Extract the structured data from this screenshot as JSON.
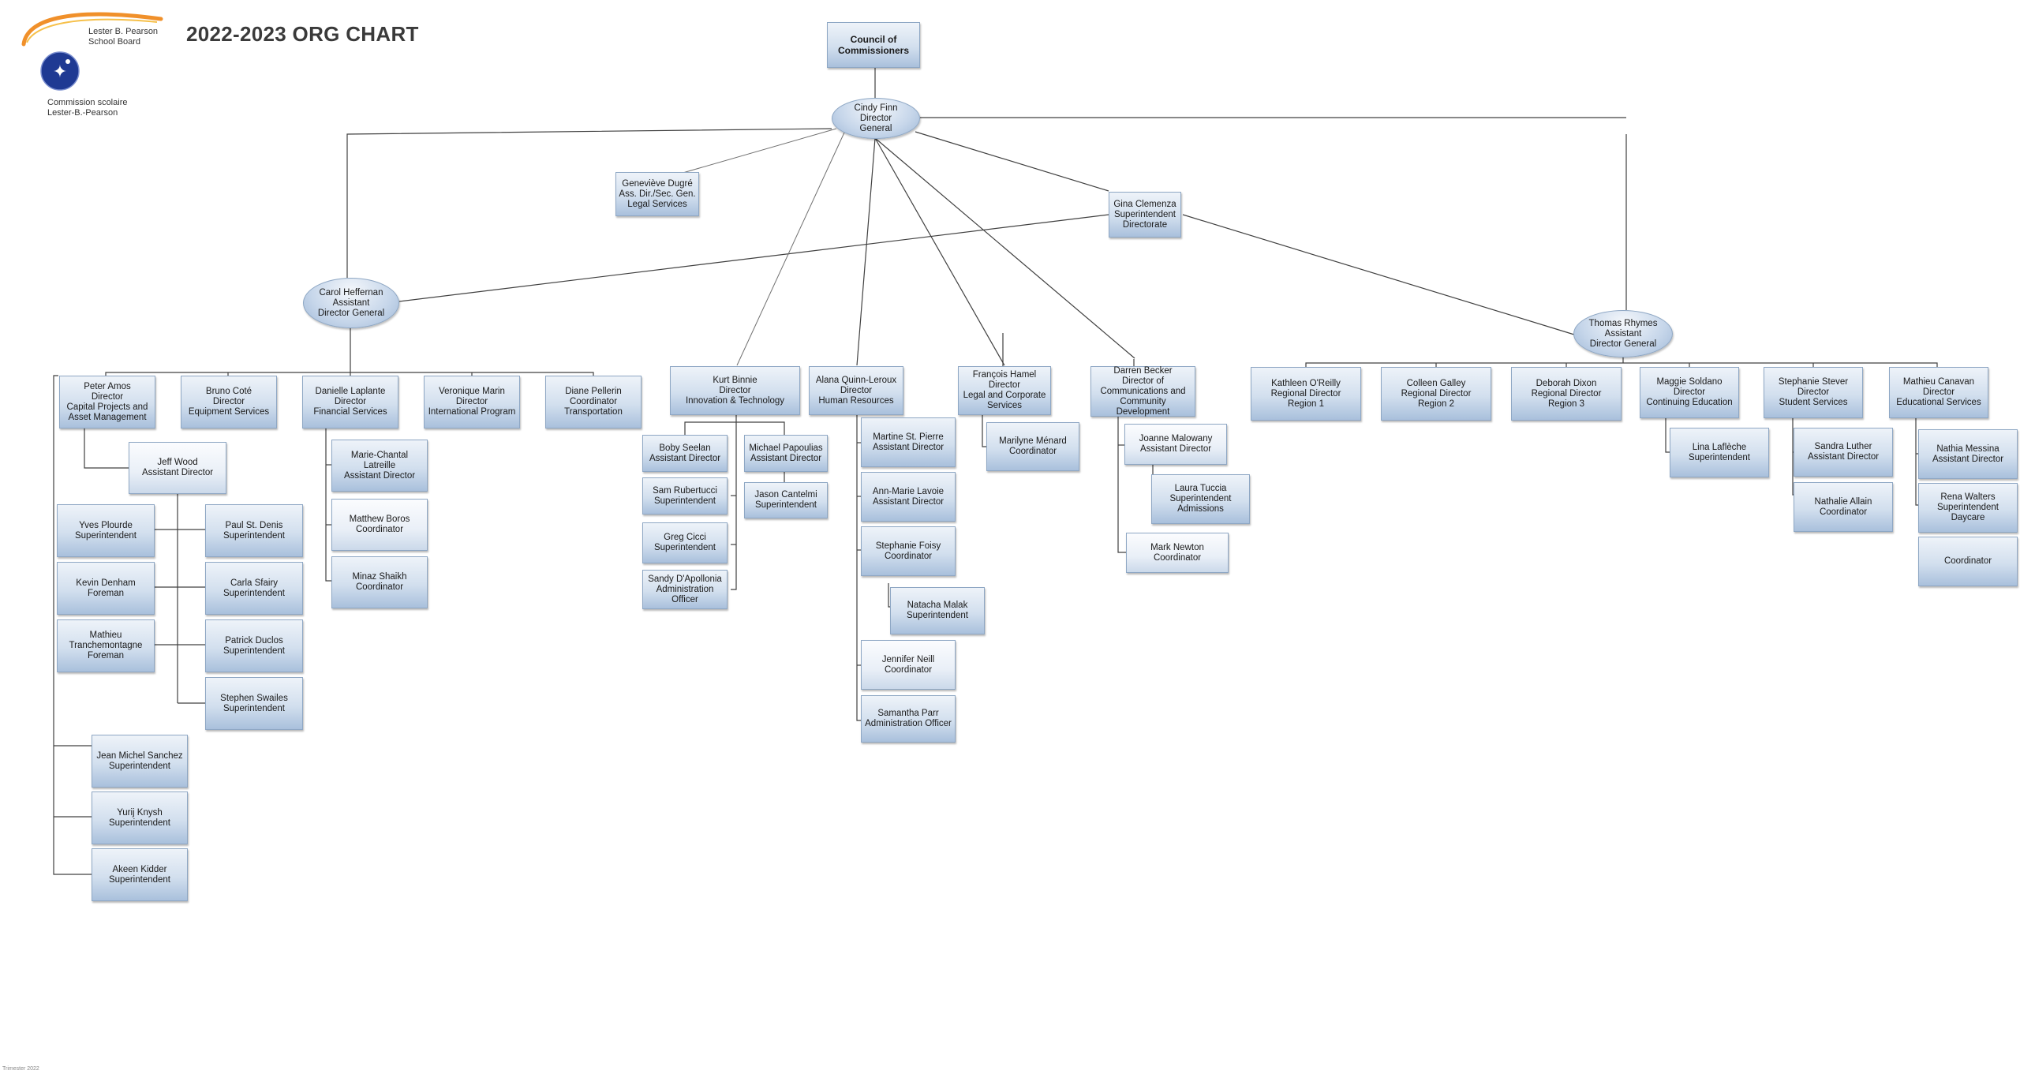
{
  "page": {
    "title": "2022-2023 ORG CHART",
    "footnote": "Trimester 2022"
  },
  "logo": {
    "name_en": "Lester B. Pearson\nSchool Board",
    "name_fr": "Commission scolaire\nLester-B.-Pearson"
  },
  "colors": {
    "box_border": "#8ea7c4",
    "box_gradient_top": "#eef3f9",
    "box_gradient_bottom": "#a9c0dc",
    "connector": "#404040",
    "logo_arc_orange": "#f0902a",
    "logo_globe_blue": "#1f3a93"
  },
  "nodes": {
    "council": "Council of\nCommissioners",
    "cindy": "Cindy Finn\nDirector\nGeneral",
    "genevieve": "Geneviève Dugré\nAss. Dir./Sec. Gen.\nLegal Services",
    "gina": "Gina Clemenza\nSuperintendent\nDirectorate",
    "carol": "Carol Heffernan\nAssistant\nDirector General",
    "thomas": "Thomas Rhymes\nAssistant\nDirector General",
    "peter": "Peter Amos\nDirector\nCapital Projects and\nAsset Management",
    "bruno": "Bruno Coté\nDirector\nEquipment Services",
    "danielle": "Danielle Laplante\nDirector\nFinancial Services",
    "veronique": "Veronique Marin\nDirector\nInternational Program",
    "diane": "Diane Pellerin\nCoordinator\nTransportation",
    "kurt": "Kurt Binnie\nDirector\nInnovation & Technology",
    "alana": "Alana Quinn-Leroux\nDirector\nHuman Resources",
    "francois": "François Hamel\nDirector\nLegal and Corporate\nServices",
    "darren": "Darren Becker\nDirector of\nCommunications and\nCommunity Development",
    "kathleen": "Kathleen O'Reilly\nRegional Director\nRegion 1",
    "colleen": "Colleen Galley\nRegional Director\nRegion 2",
    "deborah": "Deborah Dixon\nRegional Director\nRegion 3",
    "maggie": "Maggie Soldano\nDirector\nContinuing Education",
    "stephanie_s": "Stephanie Stever\nDirector\nStudent Services",
    "mathieu_c": "Mathieu Canavan\nDirector\nEducational Services",
    "jeff": "Jeff Wood\nAssistant Director",
    "yves": "Yves Plourde\nSuperintendent",
    "kevin": "Kevin Denham\nForeman",
    "mathieu_t": "Mathieu\nTranchemontagne\nForeman",
    "paul": "Paul St. Denis\nSuperintendent",
    "carla": "Carla Sfairy\nSuperintendent",
    "patrick": "Patrick Duclos\nSuperintendent",
    "stephen": "Stephen Swailes\nSuperintendent",
    "jean": "Jean Michel Sanchez\nSuperintendent",
    "yurij": "Yurij Knysh\nSuperintendent",
    "akeen": "Akeen Kidder\nSuperintendent",
    "marie": "Marie-Chantal Latreille\nAssistant Director",
    "matthew": "Matthew Boros\nCoordinator",
    "minaz": "Minaz Shaikh\nCoordinator",
    "boby": "Boby Seelan\nAssistant Director",
    "sam": "Sam Rubertucci\nSuperintendent",
    "greg": "Greg Cicci\nSuperintendent",
    "sandy": "Sandy D'Apollonia\nAdministration\nOfficer",
    "michael": "Michael Papoulias\nAssistant Director",
    "jason": "Jason Cantelmi\nSuperintendent",
    "martine": "Martine St. Pierre\nAssistant Director",
    "annmarie": "Ann-Marie Lavoie\nAssistant Director",
    "stephanie_f": "Stephanie Foisy\nCoordinator",
    "natacha": "Natacha Malak\nSuperintendent",
    "jennifer": "Jennifer Neill\nCoordinator",
    "samantha": "Samantha Parr\nAdministration Officer",
    "marilyne": "Marilyne Ménard\nCoordinator",
    "joanne": "Joanne Malowany\nAssistant Director",
    "laura": "Laura Tuccia\nSuperintendent\nAdmissions",
    "mark": "Mark Newton\nCoordinator",
    "lina": "Lina Laflèche\nSuperintendent",
    "sandra": "Sandra Luther\nAssistant Director",
    "nathalie": "Nathalie Allain\nCoordinator",
    "nathia": "Nathia Messina\nAssistant Director",
    "rena": "Rena Walters\nSuperintendent\nDaycare",
    "coord_blank": "Coordinator"
  }
}
